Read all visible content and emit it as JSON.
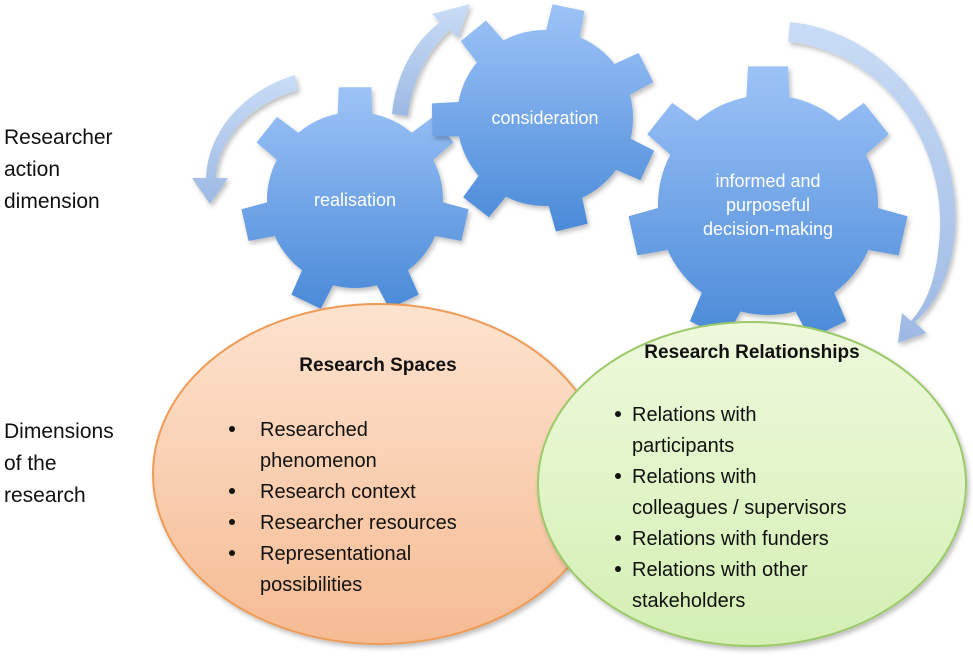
{
  "labels": {
    "action_dimension": "Researcher\naction\ndimension",
    "research_dimensions": "Dimensions\nof the\nresearch"
  },
  "gears": [
    {
      "id": "realisation",
      "lines": [
        "realisation"
      ]
    },
    {
      "id": "consideration",
      "lines": [
        "consideration"
      ]
    },
    {
      "id": "decision",
      "lines": [
        "informed and",
        "purposeful",
        "decision-making"
      ]
    }
  ],
  "arrows": [
    {
      "id": "arrow-left",
      "direction": "counter-clockwise-down"
    },
    {
      "id": "arrow-middle",
      "direction": "up-right"
    },
    {
      "id": "arrow-right",
      "direction": "clockwise-down"
    }
  ],
  "research_spaces": {
    "title": "Research Spaces",
    "items": [
      [
        "Researched",
        "phenomenon"
      ],
      [
        "Research context"
      ],
      [
        "Researcher resources"
      ],
      [
        "Representational",
        "possibilities"
      ]
    ]
  },
  "research_relationships": {
    "title": "Research Relationships",
    "items": [
      [
        "Relations with",
        "participants"
      ],
      [
        "Relations with",
        "colleagues / supervisors"
      ],
      [
        "Relations with funders"
      ],
      [
        "Relations with other",
        "stakeholders"
      ]
    ]
  },
  "colors": {
    "gear_top": "#9dc3f7",
    "gear_bottom": "#4a8ad8",
    "arrow_light": "#c9dcf6",
    "arrow_dark": "#9db9e3",
    "spaces_fill_top": "#fde3cf",
    "spaces_fill_bottom": "#f5bb93",
    "spaces_stroke": "#ee9b55",
    "relationships_fill_top": "#eef9dc",
    "relationships_fill_bottom": "#d3efb3",
    "relationships_stroke": "#9cc96b"
  }
}
